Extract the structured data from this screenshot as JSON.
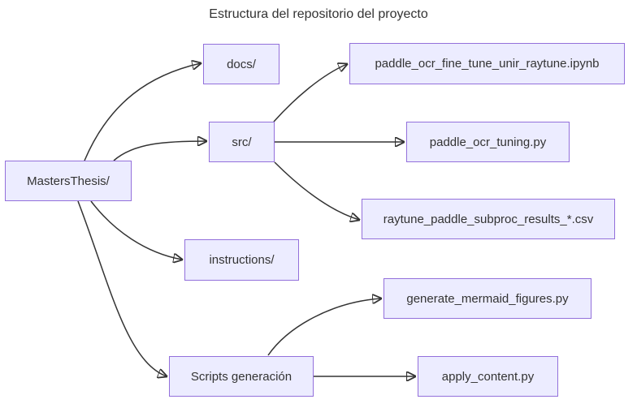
{
  "diagram": {
    "title": "Estructura del repositorio del proyecto",
    "type": "flowchart-left-right",
    "colors": {
      "node_fill": "#ECECFF",
      "node_border": "#9370DB",
      "edge": "#333333",
      "text": "#333333",
      "background": "#FFFFFF"
    },
    "nodes": [
      {
        "id": "root",
        "label": "MastersThesis/"
      },
      {
        "id": "docs",
        "label": "docs/"
      },
      {
        "id": "ipynb",
        "label": "paddle_ocr_fine_tune_unir_raytune.ipynb"
      },
      {
        "id": "src",
        "label": "src/"
      },
      {
        "id": "tuning",
        "label": "paddle_ocr_tuning.py"
      },
      {
        "id": "csv",
        "label": "raytune_paddle_subproc_results_*.csv"
      },
      {
        "id": "instructions",
        "label": "instructions/"
      },
      {
        "id": "generate",
        "label": "generate_mermaid_figures.py"
      },
      {
        "id": "scripts",
        "label": "Scripts generación"
      },
      {
        "id": "apply",
        "label": "apply_content.py"
      }
    ],
    "edges": [
      {
        "from": "MastersThesis/",
        "to": "docs/"
      },
      {
        "from": "MastersThesis/",
        "to": "src/"
      },
      {
        "from": "MastersThesis/",
        "to": "instructions/"
      },
      {
        "from": "MastersThesis/",
        "to": "Scripts generación"
      },
      {
        "from": "src/",
        "to": "paddle_ocr_fine_tune_unir_raytune.ipynb"
      },
      {
        "from": "src/",
        "to": "paddle_ocr_tuning.py"
      },
      {
        "from": "src/",
        "to": "raytune_paddle_subproc_results_*.csv"
      },
      {
        "from": "Scripts generación",
        "to": "generate_mermaid_figures.py"
      },
      {
        "from": "Scripts generación",
        "to": "apply_content.py"
      }
    ]
  }
}
